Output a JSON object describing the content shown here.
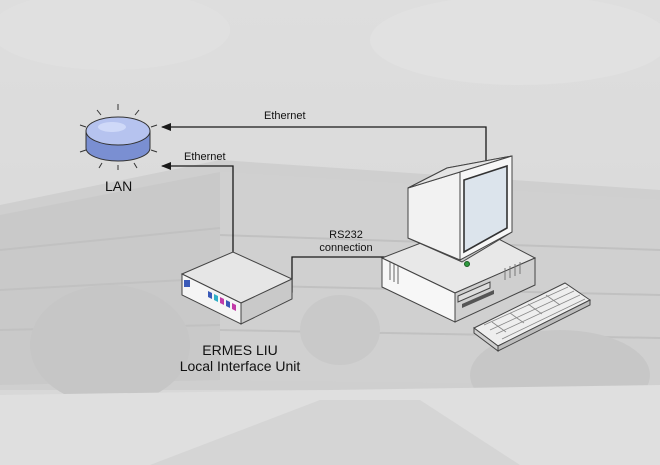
{
  "labels": {
    "ethernet_top": "Ethernet",
    "ethernet_left": "Ethernet",
    "lan": "LAN",
    "rs232_line1": "RS232",
    "rs232_line2": "connection",
    "device_name": "ERMES LIU",
    "device_desc": "Local Interface Unit"
  },
  "colors": {
    "background": "#d9d9d9",
    "cable": "#1a1a1a",
    "device_body": "#f2f2f2",
    "screen": "#dce4ec",
    "device_led_blue": "#3a5ab8"
  },
  "icons": {
    "lan": "lan-hub-icon",
    "liu": "network-device-icon",
    "computer": "desktop-computer-icon",
    "keyboard": "keyboard-icon"
  }
}
